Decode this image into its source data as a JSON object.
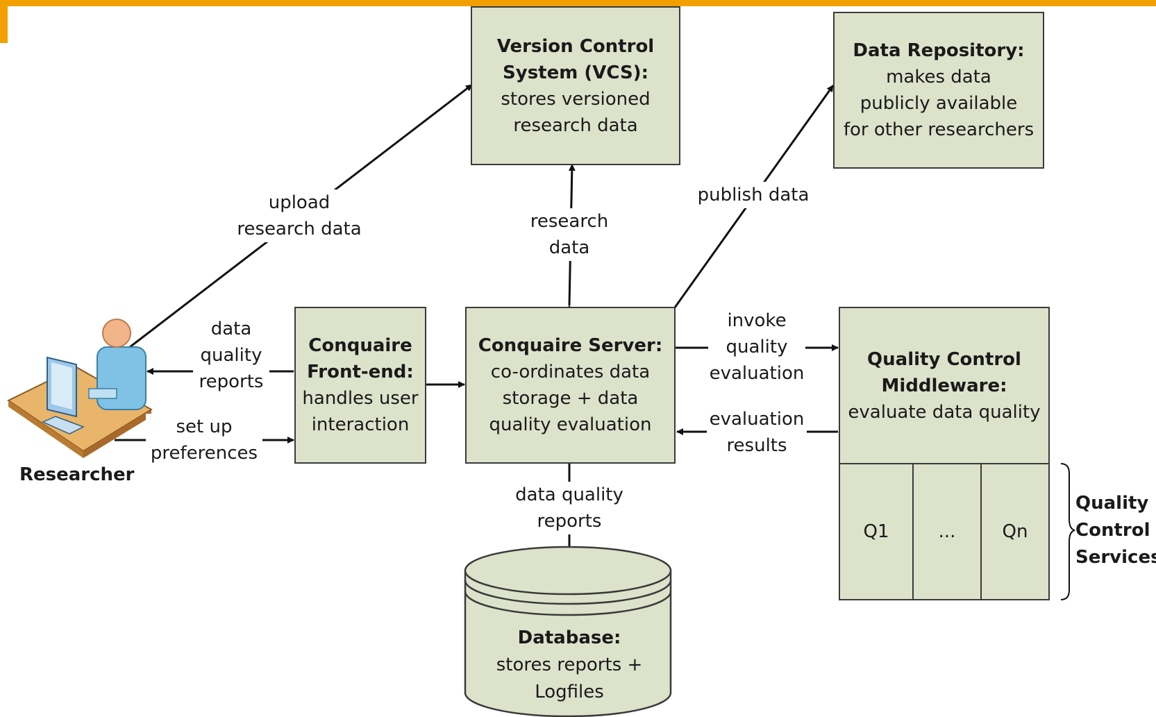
{
  "nodes": {
    "vcs": {
      "title": "Version Control System (VCS):",
      "title_line1": "Version Control",
      "title_line2": "System (VCS):",
      "desc_line1": "stores versioned",
      "desc_line2": "research data"
    },
    "repo": {
      "title": "Data Repository:",
      "desc_line1": "makes data",
      "desc_line2": "publicly available",
      "desc_line3": "for other researchers"
    },
    "frontend": {
      "title_line1": "Conquaire",
      "title_line2": "Front-end:",
      "desc_line1": "handles user",
      "desc_line2": "interaction"
    },
    "server": {
      "title": "Conquaire Server:",
      "desc_line1": "co-ordinates data",
      "desc_line2": "storage + data",
      "desc_line3": "quality evaluation"
    },
    "middleware": {
      "title_line1": "Quality Control",
      "title_line2": "Middleware:",
      "desc_line1": "evaluate data quality"
    },
    "database": {
      "title": "Database:",
      "desc_line1": "stores reports +",
      "desc_line2": "Logfiles"
    },
    "researcher": {
      "label": "Researcher"
    },
    "qc_services": {
      "cell1": "Q1",
      "cell2": "...",
      "cell3": "Qn",
      "label_line1": "Quality",
      "label_line2": "Control",
      "label_line3": "Services"
    }
  },
  "edges": {
    "upload": {
      "line1": "upload",
      "line2": "research data"
    },
    "research_data": {
      "line1": "research",
      "line2": "data"
    },
    "publish": {
      "line1": "publish data"
    },
    "dq_reports_left": {
      "line1": "data",
      "line2": "quality",
      "line3": "reports"
    },
    "setup": {
      "line1": "set up",
      "line2": "preferences"
    },
    "invoke": {
      "line1": "invoke",
      "line2": "quality",
      "line3": "evaluation"
    },
    "results": {
      "line1": "evaluation",
      "line2": "results"
    },
    "dq_reports_db": {
      "line1": "data quality",
      "line2": "reports"
    }
  }
}
